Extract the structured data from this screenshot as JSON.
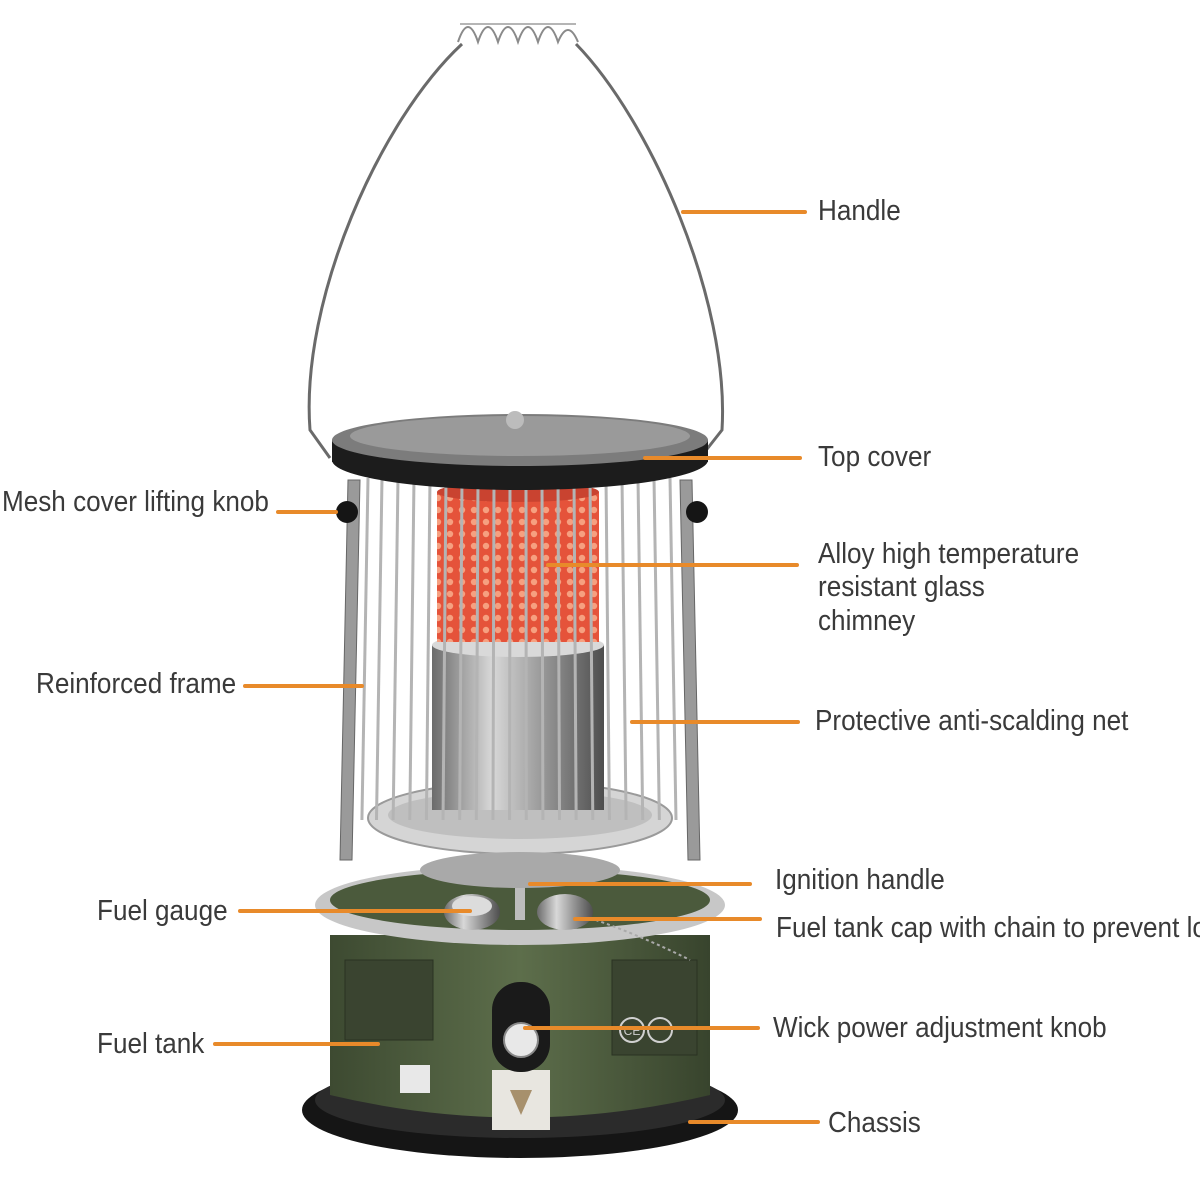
{
  "colors": {
    "leader": "#e88a2a",
    "tank": "#4f5e40",
    "heater_glow": "#e5533a",
    "frame": "#9a9a9a",
    "cover": "#1c1c1c"
  },
  "labels": {
    "handle": "Handle",
    "top_cover": "Top cover",
    "mesh_knob": "Mesh cover lifting knob",
    "chimney_line1": "Alloy high temperature",
    "chimney_line2": "resistant glass chimney",
    "reinforced_frame": "Reinforced frame",
    "protective_net": "Protective anti-scalding net",
    "ignition_handle": "Ignition handle",
    "fuel_gauge": "Fuel gauge",
    "fuel_tank_cap": "Fuel tank cap with chain to prevent loss",
    "fuel_tank": "Fuel tank",
    "wick_knob": "Wick power adjustment knob",
    "chassis": "Chassis"
  },
  "product_marks": {
    "ce": "CE"
  }
}
